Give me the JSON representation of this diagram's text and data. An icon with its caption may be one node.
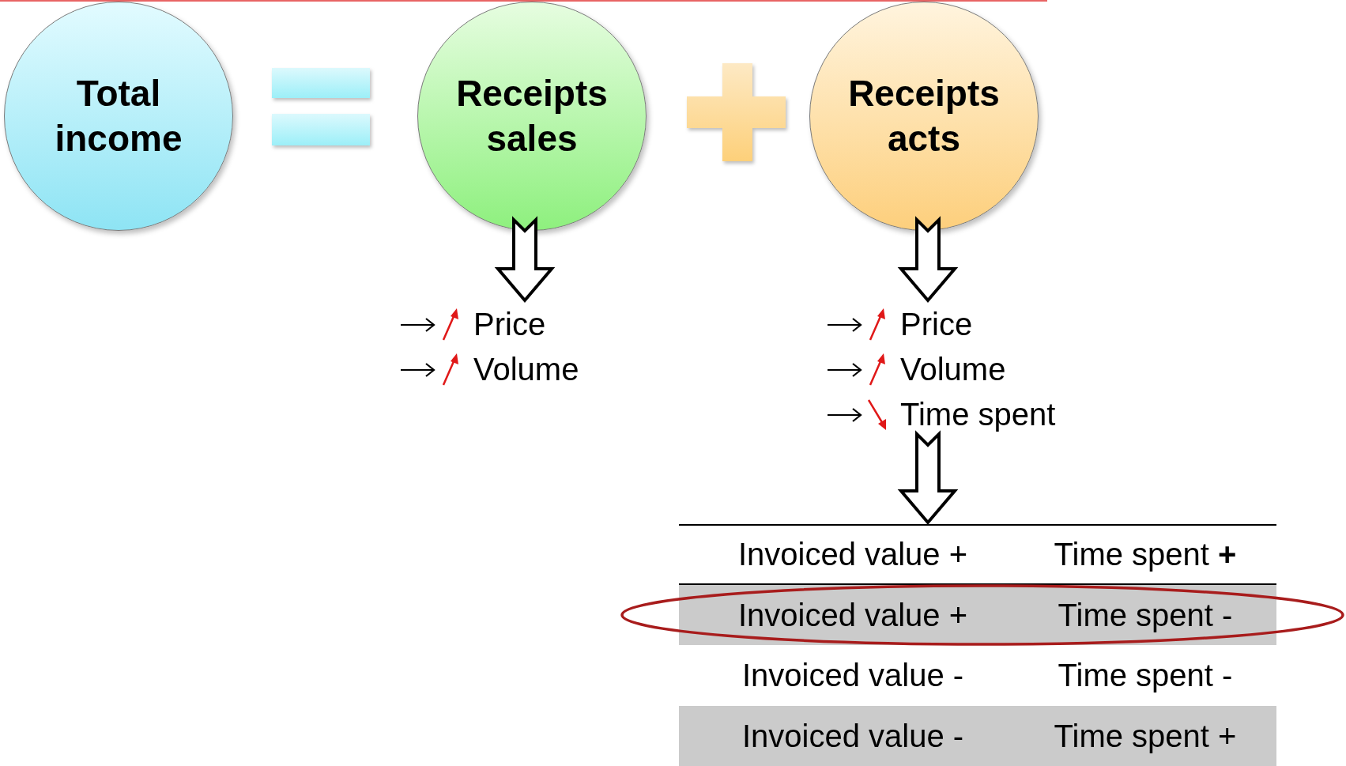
{
  "diagram": {
    "nodes": [
      {
        "text": [
          "Total income"
        ]
      },
      {
        "text": [
          "Receipts sales"
        ]
      },
      {
        "text": [
          "Receipts acts"
        ]
      },
      {
        "text": [
          "Price",
          "Volume"
        ]
      },
      {
        "text": [
          "Price",
          "Volume",
          "Time spent"
        ]
      },
      {
        "text": [
          "Invoiced value +",
          "Time spent **+**",
          "Invoiced value +",
          "Time spent -",
          "Invoiced value -",
          "Time spent -",
          "Invoiced value -",
          "Time spent +"
        ]
      }
    ],
    "edges": [
      {
        "from": 1,
        "to": 3,
        "arrow": "to",
        "style": "thick"
      },
      {
        "from": 2,
        "to": 4,
        "arrow": "to",
        "style": "thick"
      },
      {
        "from": 4,
        "to": 5,
        "arrow": "to",
        "style": "thick"
      }
    ]
  }
}
